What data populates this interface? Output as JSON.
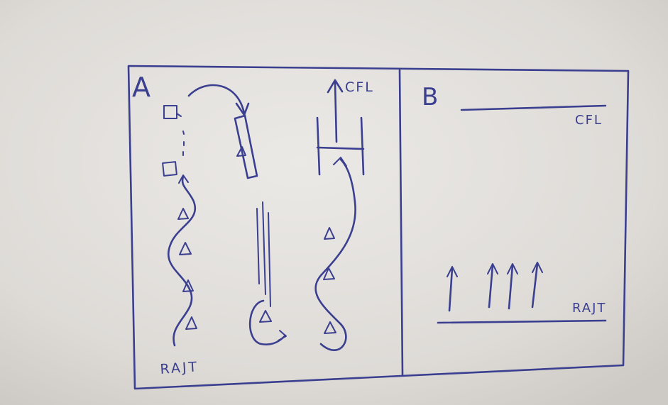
{
  "panels": {
    "a": {
      "letter": "A",
      "left_label": "RAJT",
      "right_label": "CFL"
    },
    "b": {
      "letter": "B",
      "top_label": "CFL",
      "bottom_label": "RAJT"
    }
  },
  "colors": {
    "paper": "#e6e3df",
    "ink": "#3b3f8f"
  }
}
